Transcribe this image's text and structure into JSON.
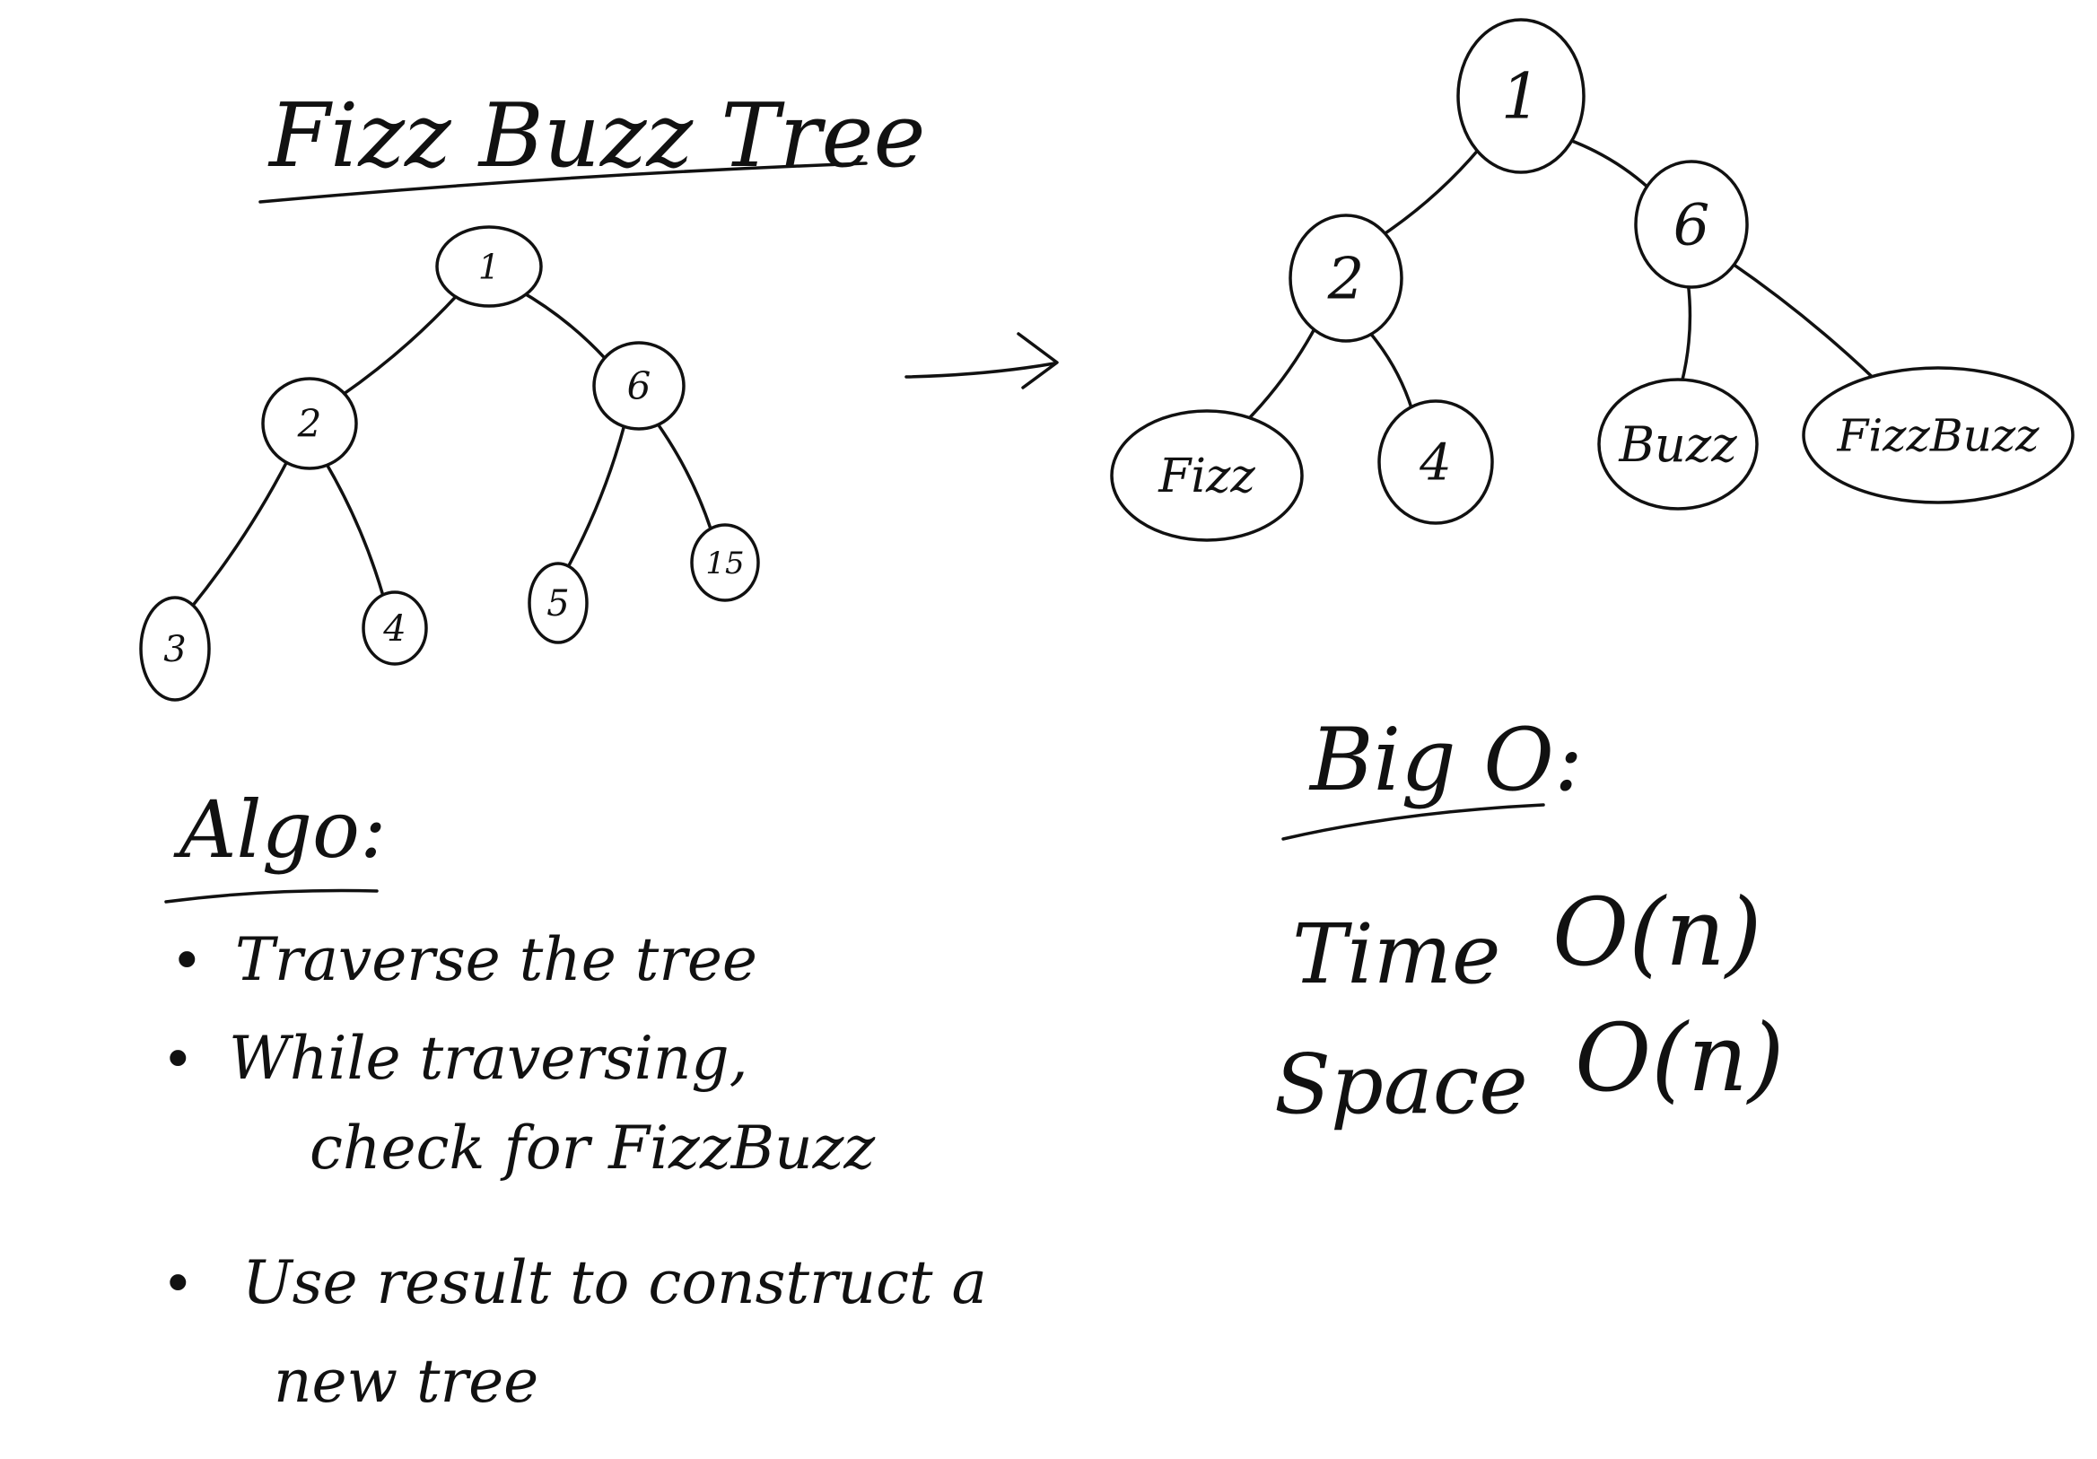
{
  "title": "Fizz Buzz Tree",
  "arrow_icon": "right-arrow-icon",
  "input_tree": {
    "nodes": [
      {
        "id": "n1",
        "label": "1"
      },
      {
        "id": "n2",
        "label": "2"
      },
      {
        "id": "n6",
        "label": "6"
      },
      {
        "id": "n3",
        "label": "3"
      },
      {
        "id": "n4",
        "label": "4"
      },
      {
        "id": "n5",
        "label": "5"
      },
      {
        "id": "n15",
        "label": "15"
      }
    ],
    "edges": [
      [
        "n1",
        "n2"
      ],
      [
        "n1",
        "n6"
      ],
      [
        "n2",
        "n3"
      ],
      [
        "n2",
        "n4"
      ],
      [
        "n6",
        "n5"
      ],
      [
        "n6",
        "n15"
      ]
    ]
  },
  "output_tree": {
    "nodes": [
      {
        "id": "m1",
        "label": "1"
      },
      {
        "id": "m2",
        "label": "2"
      },
      {
        "id": "m6",
        "label": "6"
      },
      {
        "id": "mfizz",
        "label": "Fizz"
      },
      {
        "id": "m4",
        "label": "4"
      },
      {
        "id": "mbuzz",
        "label": "Buzz"
      },
      {
        "id": "mfizzbuzz",
        "label": "FizzBuzz"
      }
    ],
    "edges": [
      [
        "m1",
        "m2"
      ],
      [
        "m1",
        "m6"
      ],
      [
        "m2",
        "mfizz"
      ],
      [
        "m2",
        "m4"
      ],
      [
        "m6",
        "mbuzz"
      ],
      [
        "m6",
        "mfizzbuzz"
      ]
    ]
  },
  "algo": {
    "heading": "Algo:",
    "lines": [
      {
        "bullet": "•",
        "text": "Traverse the tree"
      },
      {
        "bullet": "•",
        "text": "While traversing,"
      },
      {
        "bullet": "",
        "text": "check for FizzBuzz"
      },
      {
        "bullet": "•",
        "text": "Use result to construct a"
      },
      {
        "bullet": "",
        "text": "new tree"
      }
    ]
  },
  "big_o": {
    "heading": "Big O:",
    "rows": [
      {
        "label": "Time",
        "value": "O(n)"
      },
      {
        "label": "Space",
        "value": "O(n)"
      }
    ]
  }
}
